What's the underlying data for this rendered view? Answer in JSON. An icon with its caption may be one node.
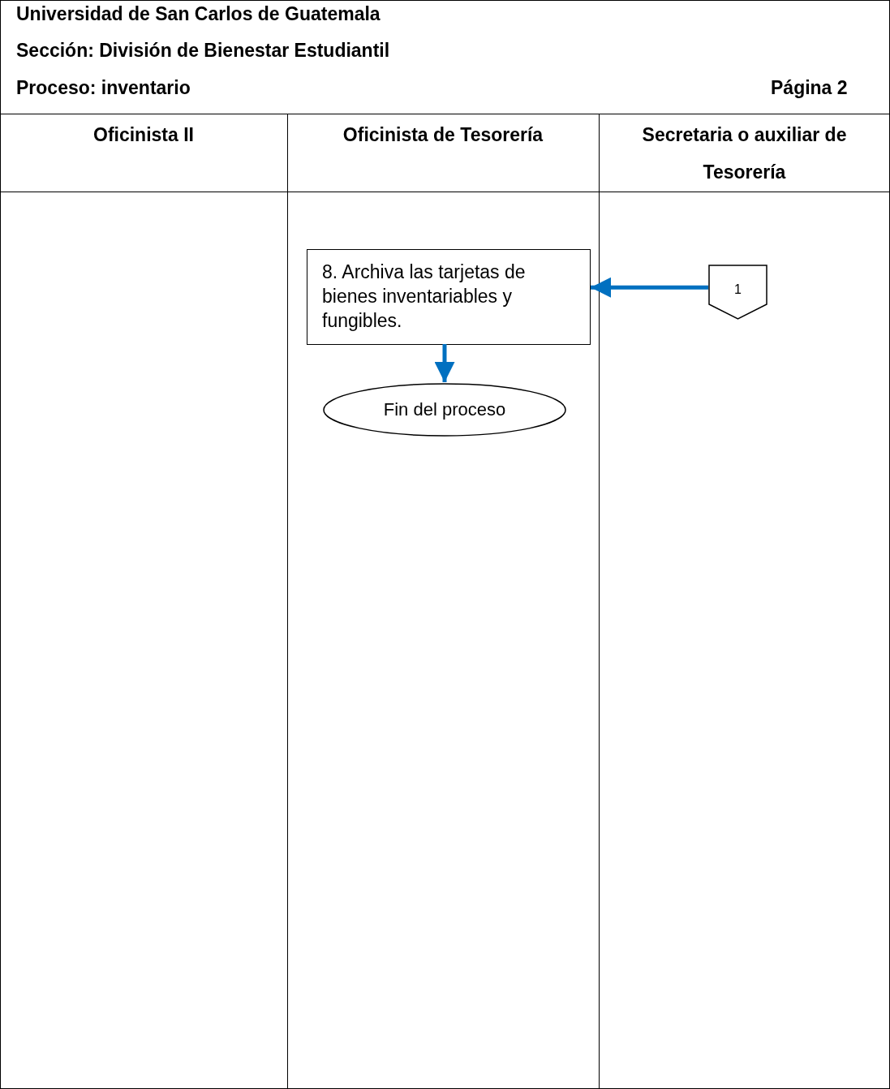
{
  "diagram": {
    "nodes": [
      {
        "text": [
          "Oficinista II"
        ]
      },
      {
        "text": [
          "Oficinista de Tesorería"
        ]
      },
      {
        "text": [
          "Secretaria o auxiliar de Tesorería"
        ]
      },
      {
        "text": [
          "8. Archiva las tarjetas de bienes inventariables y fungibles."
        ],
        "in": 1
      },
      {
        "text": [
          "Fin del proceso"
        ],
        "in": 1
      },
      {
        "text": [
          "1"
        ],
        "in": 2
      }
    ],
    "edges": [
      {
        "from": 5,
        "to": 3,
        "arrow": "to"
      },
      {
        "from": 3,
        "to": 4,
        "arrow": "to"
      }
    ],
    "labels": [
      "Universidad de San Carlos de Guatemala",
      "Sección: División de Bienestar Estudiantil",
      "Proceso: inventario",
      "Página 2"
    ]
  }
}
